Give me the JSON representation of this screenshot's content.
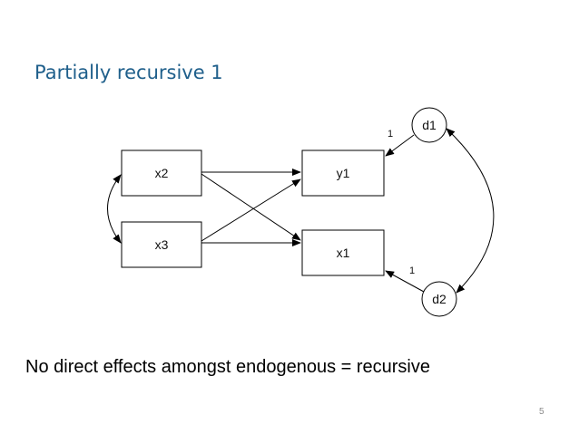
{
  "slide": {
    "title": "Partially recursive 1",
    "caption": "No direct effects amongst endogenous = recursive",
    "page_number": "5"
  },
  "diagram": {
    "nodes": [
      {
        "id": "x2",
        "label": "x2",
        "shape": "rectangle"
      },
      {
        "id": "x3",
        "label": "x3",
        "shape": "rectangle"
      },
      {
        "id": "y1",
        "label": "y1",
        "shape": "rectangle"
      },
      {
        "id": "x1",
        "label": "x1",
        "shape": "rectangle"
      },
      {
        "id": "d1",
        "label": "d1",
        "shape": "circle"
      },
      {
        "id": "d2",
        "label": "d2",
        "shape": "circle"
      }
    ],
    "edges": [
      {
        "from": "x2",
        "to": "y1",
        "type": "directed"
      },
      {
        "from": "x2",
        "to": "x1",
        "type": "directed"
      },
      {
        "from": "x3",
        "to": "y1",
        "type": "directed"
      },
      {
        "from": "x3",
        "to": "x1",
        "type": "directed"
      },
      {
        "from": "d1",
        "to": "y1",
        "type": "directed",
        "label": "1"
      },
      {
        "from": "d2",
        "to": "x1",
        "type": "directed",
        "label": "1"
      },
      {
        "from": "x2",
        "to": "x3",
        "type": "covariance"
      },
      {
        "from": "d1",
        "to": "d2",
        "type": "covariance"
      }
    ]
  }
}
